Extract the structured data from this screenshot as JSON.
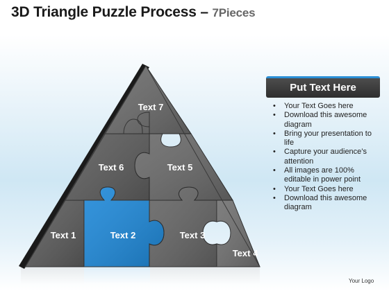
{
  "title": {
    "main": "3D Triangle Puzzle Process – ",
    "sub": "7Pieces"
  },
  "pieces": [
    {
      "id": "text-7",
      "label": "Text 7",
      "color": "#6b6b6b"
    },
    {
      "id": "text-6",
      "label": "Text 6",
      "color": "#5e5e5e"
    },
    {
      "id": "text-5",
      "label": "Text 5",
      "color": "#6a6a6a"
    },
    {
      "id": "text-1",
      "label": "Text 1",
      "color": "#5c5c5c"
    },
    {
      "id": "text-2",
      "label": "Text 2",
      "color": "#1e88d8"
    },
    {
      "id": "text-3",
      "label": "Text 3",
      "color": "#656565"
    },
    {
      "id": "text-4",
      "label": "Text 4",
      "color": "#707070"
    }
  ],
  "panel": {
    "heading": "Put Text Here",
    "bullets": [
      "Your Text Goes here",
      "Download this awesome diagram",
      "Bring your presentation to life",
      "Capture your audience’s attention",
      "All images are 100% editable in power point",
      "Your Text Goes here",
      "Download this awesome diagram"
    ]
  },
  "logo": "Your Logo",
  "colors": {
    "accent": "#2a8fd6",
    "edge": "#1a1a1a"
  }
}
